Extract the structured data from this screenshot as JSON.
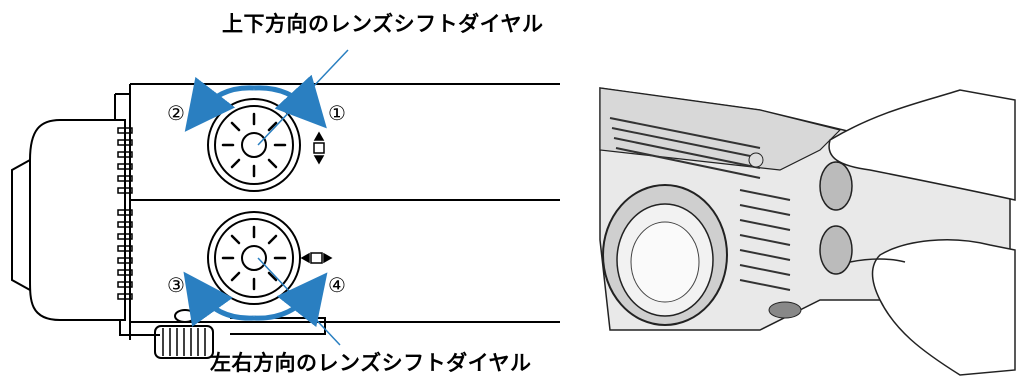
{
  "labels": {
    "vertical_dial": "上下方向のレンズシフトダイヤル",
    "horizontal_dial": "左右方向のレンズシフトダイヤル"
  },
  "direction_markers": {
    "up_left": "②",
    "up_right": "①",
    "down_left": "③",
    "down_right": "④"
  },
  "colors": {
    "arrow": "#2a7fc1",
    "line": "#000000",
    "pointer": "#2a7fc1"
  },
  "icons": {
    "vertical_shift": "up-down-lens-shift-icon",
    "horizontal_shift": "left-right-lens-shift-icon"
  }
}
